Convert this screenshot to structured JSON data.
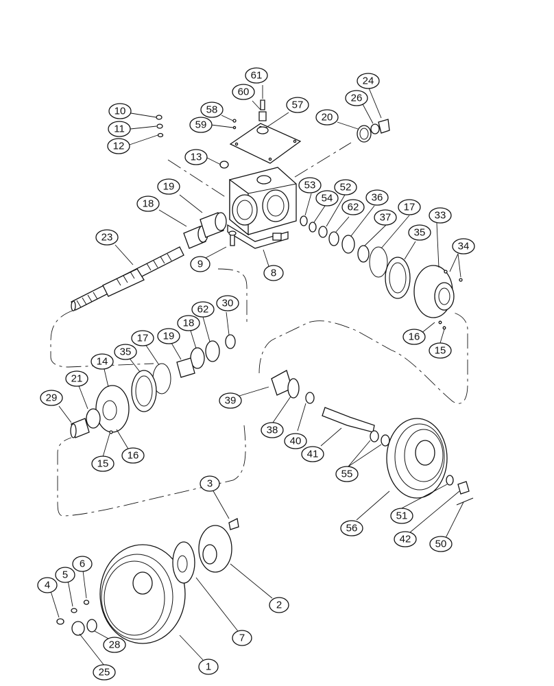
{
  "diagram": {
    "callouts": [
      {
        "id": "61"
      },
      {
        "id": "60"
      },
      {
        "id": "57"
      },
      {
        "id": "58"
      },
      {
        "id": "59"
      },
      {
        "id": "24"
      },
      {
        "id": "26"
      },
      {
        "id": "20"
      },
      {
        "id": "10"
      },
      {
        "id": "11"
      },
      {
        "id": "12"
      },
      {
        "id": "13"
      },
      {
        "id": "19"
      },
      {
        "id": "18"
      },
      {
        "id": "53"
      },
      {
        "id": "52"
      },
      {
        "id": "54"
      },
      {
        "id": "36"
      },
      {
        "id": "62"
      },
      {
        "id": "17"
      },
      {
        "id": "37"
      },
      {
        "id": "33"
      },
      {
        "id": "35"
      },
      {
        "id": "34"
      },
      {
        "id": "23"
      },
      {
        "id": "9"
      },
      {
        "id": "8"
      },
      {
        "id": "30"
      },
      {
        "id": "62"
      },
      {
        "id": "18"
      },
      {
        "id": "19"
      },
      {
        "id": "17"
      },
      {
        "id": "35"
      },
      {
        "id": "14"
      },
      {
        "id": "21"
      },
      {
        "id": "29"
      },
      {
        "id": "15"
      },
      {
        "id": "16"
      },
      {
        "id": "16"
      },
      {
        "id": "15"
      },
      {
        "id": "39"
      },
      {
        "id": "38"
      },
      {
        "id": "40"
      },
      {
        "id": "41"
      },
      {
        "id": "55"
      },
      {
        "id": "3"
      },
      {
        "id": "56"
      },
      {
        "id": "51"
      },
      {
        "id": "42"
      },
      {
        "id": "50"
      },
      {
        "id": "2"
      },
      {
        "id": "6"
      },
      {
        "id": "5"
      },
      {
        "id": "4"
      },
      {
        "id": "7"
      },
      {
        "id": "28"
      },
      {
        "id": "25"
      },
      {
        "id": "1"
      }
    ]
  }
}
